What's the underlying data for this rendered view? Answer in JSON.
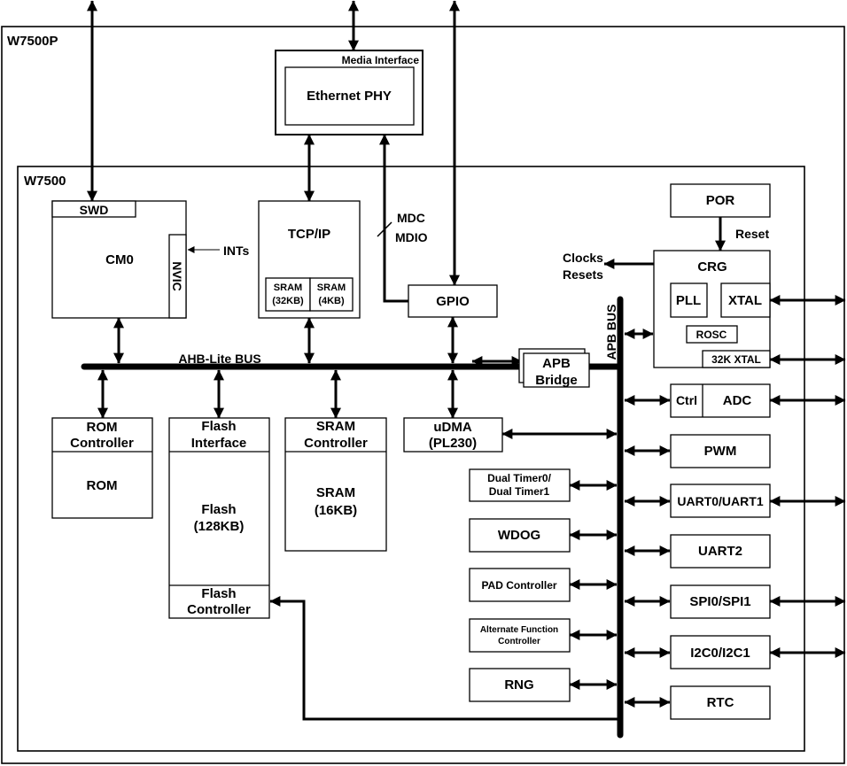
{
  "chip": {
    "outer_label": "W7500P",
    "inner_label": "W7500"
  },
  "media_interface": {
    "label": "Media Interface",
    "phy": "Ethernet PHY"
  },
  "cm0": {
    "swd": "SWD",
    "label": "CM0",
    "nvic": "NVIC"
  },
  "ints_label": "INTs",
  "tcpip": {
    "label": "TCP/IP",
    "sram_a": [
      "SRAM",
      "(32KB)"
    ],
    "sram_b": [
      "SRAM",
      "(4KB)"
    ]
  },
  "mdc_mdio": [
    "MDC",
    "MDIO"
  ],
  "gpio": "GPIO",
  "ahb_bus": "AHB-Lite BUS",
  "rom": {
    "header": [
      "ROM",
      "Controller"
    ],
    "body": "ROM"
  },
  "flash": {
    "header": [
      "Flash",
      "Interface"
    ],
    "body": [
      "Flash",
      "(128KB)"
    ],
    "footer": [
      "Flash",
      "Controller"
    ]
  },
  "sram": {
    "header": [
      "SRAM",
      "Controller"
    ],
    "body": [
      "SRAM",
      "(16KB)"
    ]
  },
  "udma": [
    "uDMA",
    "(PL230)"
  ],
  "apb_bridge": [
    "APB",
    "Bridge"
  ],
  "apb_bus": "APB BUS",
  "por": "POR",
  "reset_label": "Reset",
  "crg": {
    "label": "CRG",
    "pll": "PLL",
    "xtal": "XTAL",
    "rosc": "ROSC",
    "xtal32k": "32K XTAL"
  },
  "clocks_resets": [
    "Clocks",
    "Resets"
  ],
  "adc": {
    "ctrl": "Ctrl",
    "label": "ADC"
  },
  "right_peripherals": [
    "PWM",
    "UART0/UART1",
    "UART2",
    "SPI0/SPI1",
    "I2C0/I2C1",
    "RTC"
  ],
  "left_peripherals": {
    "dual_timer": [
      "Dual Timer0/",
      "Dual Timer1"
    ],
    "wdog": "WDOG",
    "pad": "PAD Controller",
    "alt_func": [
      "Alternate Function",
      "Controller"
    ],
    "rng": "RNG"
  }
}
